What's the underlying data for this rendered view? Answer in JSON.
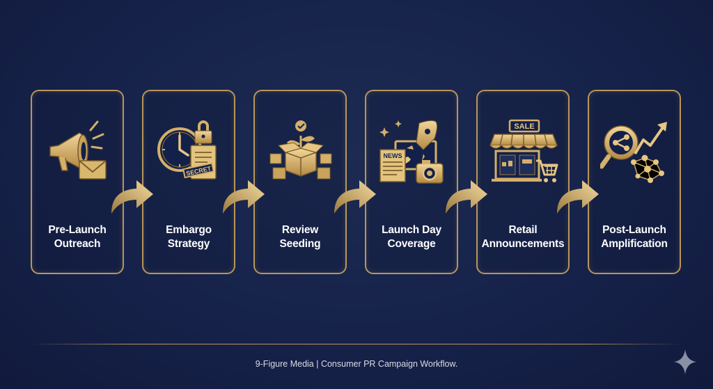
{
  "steps": [
    {
      "label": "Pre-Launch\nOutreach",
      "icon": "megaphone-envelope-icon"
    },
    {
      "label": "Embargo\nStrategy",
      "icon": "clock-lock-secret-icon"
    },
    {
      "label": "Review\nSeeding",
      "icon": "boxes-sprout-icon"
    },
    {
      "label": "Launch Day\nCoverage",
      "icon": "rocket-news-camera-icon"
    },
    {
      "label": "Retail\nAnnouncements",
      "icon": "storefront-sale-icon"
    },
    {
      "label": "Post-Launch\nAmplification",
      "icon": "share-growth-network-icon"
    }
  ],
  "icon_text": {
    "secret": "SECRET",
    "news": "NEWS",
    "sale": "SALE"
  },
  "footer": "9-Figure Media | Consumer PR Campaign Workflow.",
  "colors": {
    "background": "#16224a",
    "gold": "#d4b06a",
    "gold_dark": "#9c7a3e",
    "border": "#b8965a",
    "text": "#ffffff"
  }
}
